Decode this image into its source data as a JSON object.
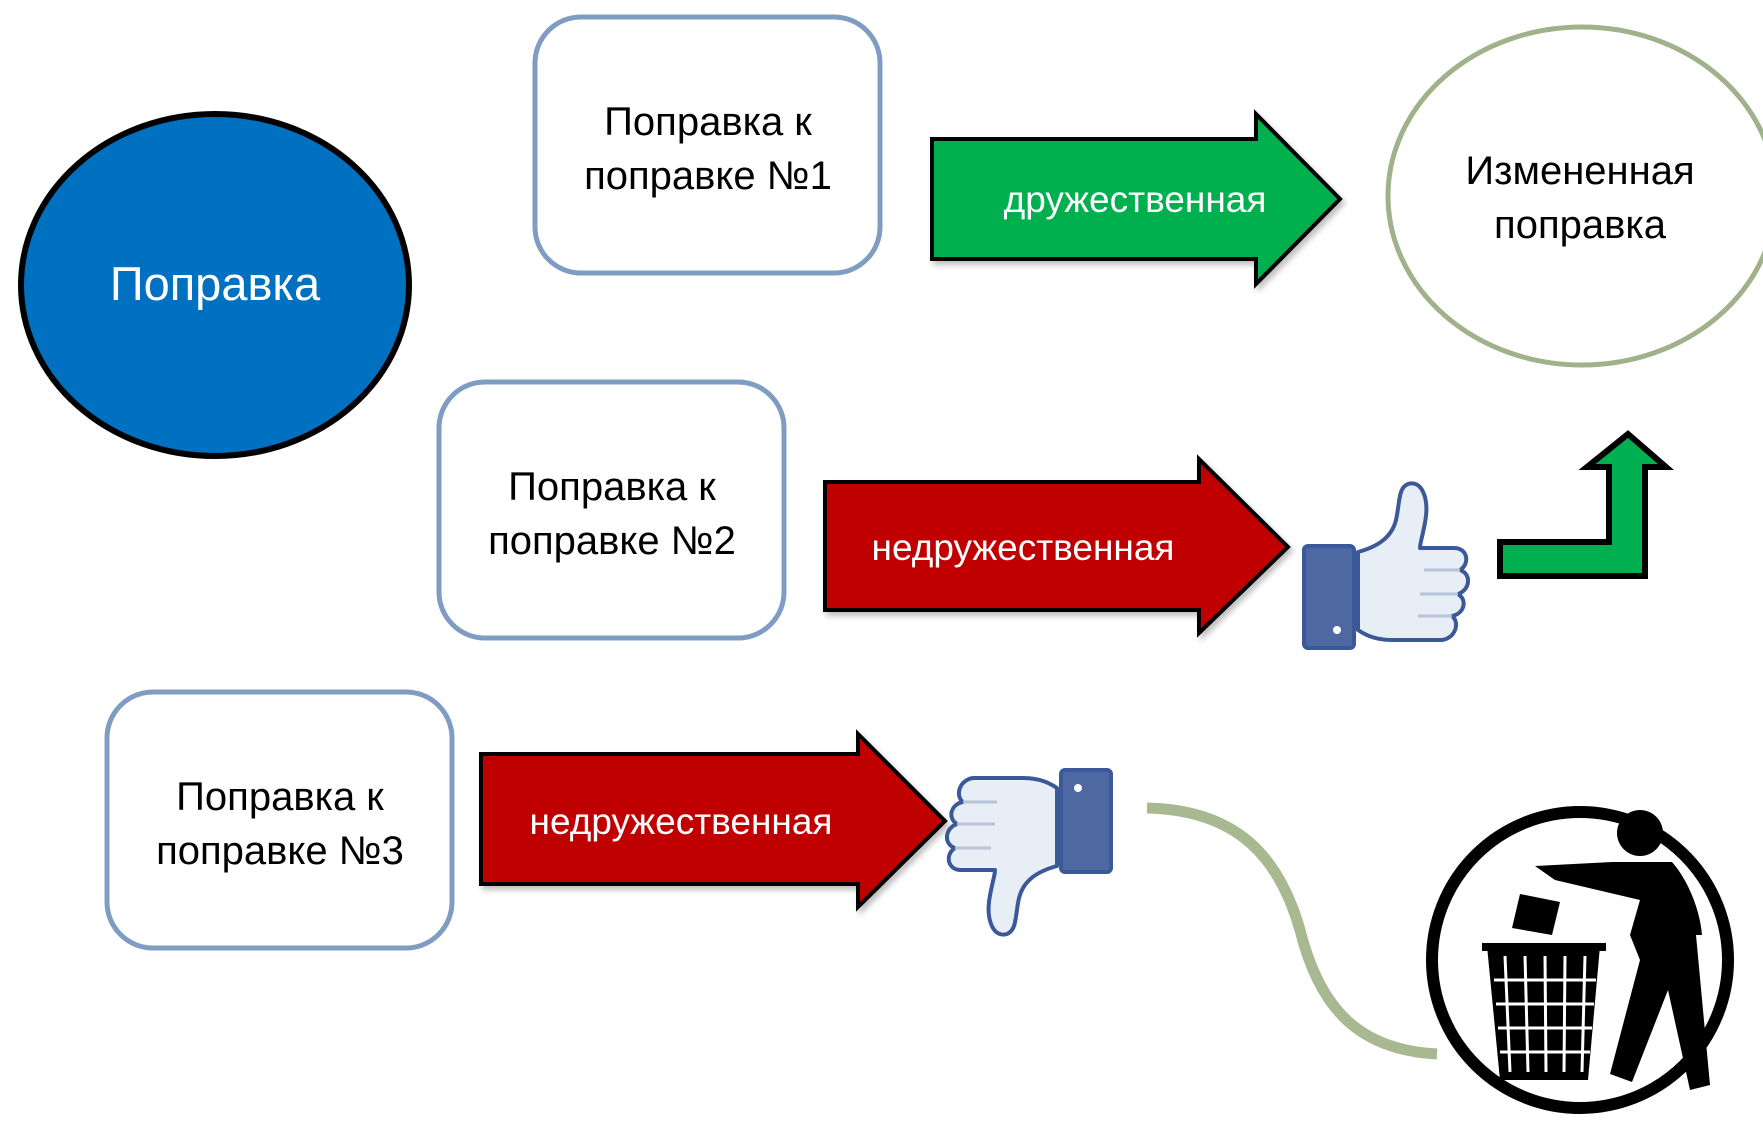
{
  "main_node": {
    "label": "Поправка",
    "fill": "#0070c0"
  },
  "amendments": [
    {
      "line1": "Поправка к",
      "line2": "поправке №1"
    },
    {
      "line1": "Поправка к",
      "line2": "поправке №2"
    },
    {
      "line1": "Поправка к",
      "line2": "поправке №3"
    }
  ],
  "arrows": [
    {
      "label": "дружественная",
      "fill": "#00b050"
    },
    {
      "label": "недружественная",
      "fill": "#c00000"
    },
    {
      "label": "недружественная",
      "fill": "#c00000"
    }
  ],
  "result_node": {
    "line1": "Измененная",
    "line2": "поправка"
  },
  "icons": {
    "thumbs_up": "thumbs-up-icon",
    "thumbs_down": "thumbs-down-icon",
    "up_turn_arrow": "up-turn-arrow-icon",
    "trash": "trash-bin-icon"
  },
  "colors": {
    "box_border": "#7f9cc3",
    "result_border": "#9fb28a",
    "connector": "#a8b890",
    "like_blue": "#3b5998",
    "like_light": "#e8eef6"
  }
}
